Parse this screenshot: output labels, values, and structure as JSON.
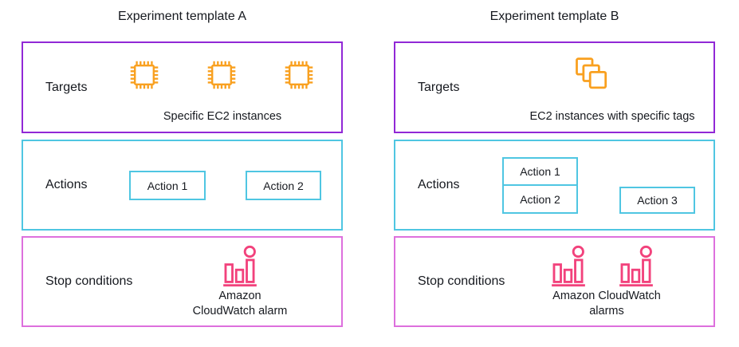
{
  "colors": {
    "targets_border": "#9128d6",
    "actions_border": "#4fc6e2",
    "stop_conditions_border": "#dd70dd",
    "ec2_orange": "#f9a01f",
    "cloudwatch_pink": "#f2427c",
    "text": "#16191f"
  },
  "templates": [
    {
      "title": "Experiment template A",
      "targets": {
        "label": "Targets",
        "caption": "Specific EC2 instances",
        "icons": [
          "ec2-instance-icon",
          "ec2-instance-icon",
          "ec2-instance-icon"
        ]
      },
      "actions": {
        "label": "Actions",
        "items": [
          "Action 1",
          "Action 2"
        ]
      },
      "stop": {
        "label": "Stop conditions",
        "caption_lines": [
          "Amazon",
          "CloudWatch alarm"
        ],
        "icons": [
          "cloudwatch-alarm-icon"
        ]
      }
    },
    {
      "title": "Experiment template B",
      "targets": {
        "label": "Targets",
        "caption": "EC2 instances with specific tags",
        "icons": [
          "ec2-instances-with-tags-icon"
        ]
      },
      "actions": {
        "label": "Actions",
        "items": [
          "Action 1",
          "Action 2",
          "Action 3"
        ]
      },
      "stop": {
        "label": "Stop conditions",
        "caption_lines": [
          "Amazon CloudWatch",
          "alarms"
        ],
        "icons": [
          "cloudwatch-alarm-icon",
          "cloudwatch-alarm-icon"
        ]
      }
    }
  ]
}
